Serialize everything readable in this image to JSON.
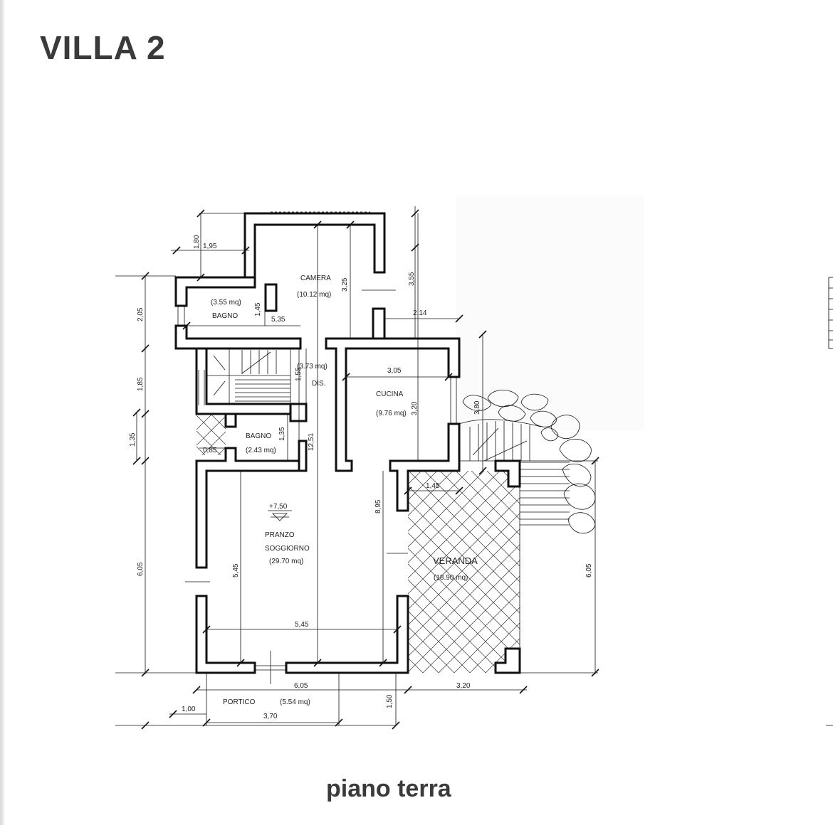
{
  "header": {
    "title": "VILLA 2"
  },
  "footer": {
    "caption": "piano terra"
  },
  "rooms": {
    "camera": {
      "name": "CAMERA",
      "area": "(10.12 mq)"
    },
    "bagno1": {
      "name": "BAGNO",
      "area": "(3.55 mq)"
    },
    "dis": {
      "name": "DIS.",
      "area": "(3.73 mq)"
    },
    "cucina": {
      "name": "CUCINA",
      "area": "(9.76 mq)"
    },
    "bagno2": {
      "name": "BAGNO",
      "area": "(2.43 mq)"
    },
    "soggiorno": {
      "name1": "PRANZO",
      "name2": "SOGGIORNO",
      "area": "(29.70 mq)"
    },
    "veranda": {
      "name": "VERANDA",
      "area": "(18.90 mq)"
    },
    "portico": {
      "name": "PORTICO",
      "area": "(5.54 mq)"
    }
  },
  "level": {
    "value": "+7,50"
  },
  "dimensions": {
    "d180": "1,80",
    "d195": "1,95",
    "d205": "2,05",
    "d185": "1,85",
    "d135a": "1,35",
    "d605a": "6,05",
    "d325": "3,25",
    "d355": "3,55",
    "d145a": "1,45",
    "d535": "5,35",
    "d214": "2,14",
    "d155": "1,55",
    "d305": "3,05",
    "d320": "3,20",
    "d380": "3,80",
    "d135b": "1,35",
    "d085": "0,85",
    "d1251": "12,51",
    "d145b": "1,45",
    "d895": "8,95",
    "d545a": "5,45",
    "d545b": "5,45",
    "d605b": "6,05",
    "d320b": "3,20",
    "d605c": "6,05",
    "d150": "1,50",
    "d100": "1,00",
    "d370": "3,70"
  }
}
